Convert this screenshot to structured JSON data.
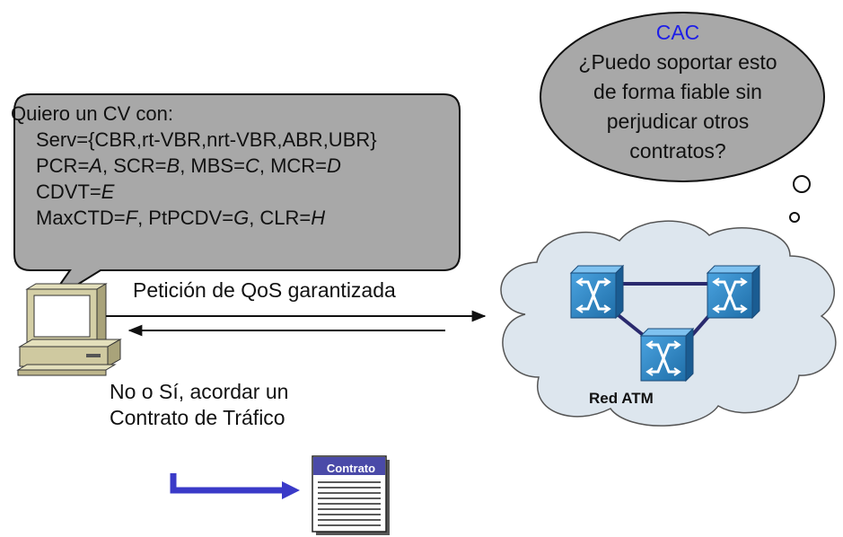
{
  "user_request": {
    "intro": "Quiero un CV con:",
    "serv_line": "Serv={CBR,rt-VBR,nrt-VBR,ABR,UBR}",
    "pcr_prefix": "PCR=",
    "pcr_value": "A",
    "scr_prefix": ", SCR=",
    "scr_value": "B",
    "mbs_prefix": ", MBS=",
    "mbs_value": "C",
    "mcr_prefix": ", MCR=",
    "mcr_value": "D",
    "cdvt_prefix": "CDVT=",
    "cdvt_value": "E",
    "maxctd_prefix": "MaxCTD=",
    "maxctd_value": "F",
    "ptpcdv_prefix": ", PtPCDV=",
    "ptpcdv_value": "G",
    "clr_prefix": ", CLR=",
    "clr_value": "H"
  },
  "cac_thought": {
    "title": "CAC",
    "line1": "¿Puedo soportar esto",
    "line2": "de forma fiable sin",
    "line3": "perjudicar otros",
    "line4": "contratos?"
  },
  "request_label": "Petición de QoS garantizada",
  "response": {
    "line1": "No o Sí,  acordar un",
    "line2": "Contrato de Tráfico"
  },
  "network_label": "Red ATM",
  "contract_title": "Contrato",
  "colors": {
    "bubble_fill": "#a8a8a8",
    "cac_title": "#1d1de8",
    "switch_blue": "#2f86c8",
    "link_navy": "#2a2a6e",
    "arrow_blue": "#3a3ac8",
    "cloud_fill": "#dde6ee",
    "contract_header": "#4a4aa8"
  },
  "icons": {
    "computer": "desktop-computer-icon",
    "switch": "atm-switch-icon",
    "document": "contract-document-icon"
  }
}
